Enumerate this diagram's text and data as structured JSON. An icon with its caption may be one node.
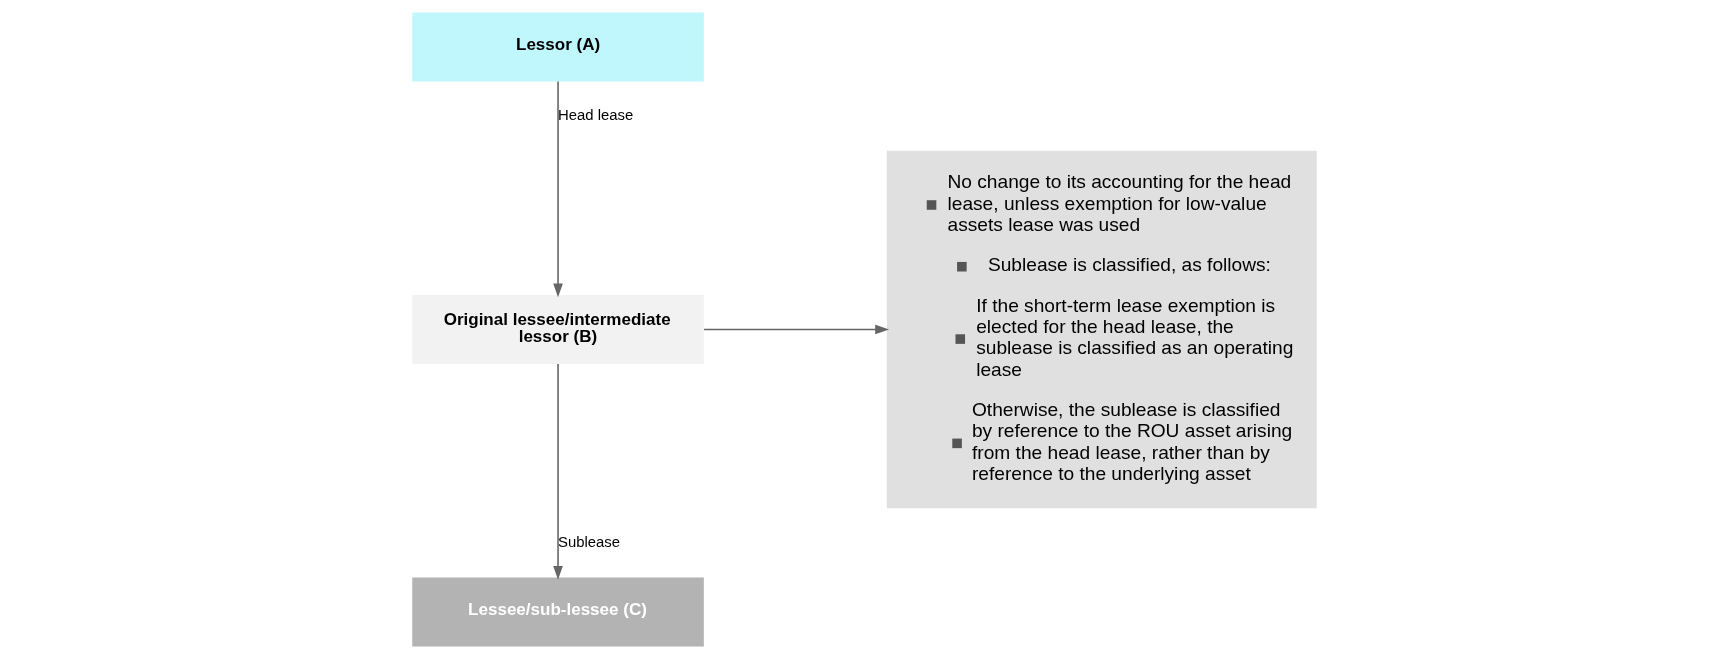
{
  "diagram": {
    "nodes": [
      {
        "text": [
          "Lessor (A)"
        ]
      },
      {
        "text": [
          "Original lessee/intermediate lessor (B)"
        ]
      },
      {
        "text": [
          "Lessee/sub-lessee (C)"
        ]
      },
      {
        "text": [
          "No change to its accounting for the head lease, unless exemption for low-value assets lease was used",
          "Sublease is classified, as follows:",
          "If the short-term lease exemption is elected for the head lease, the sublease is classified as an operating lease",
          "Otherwise, the sublease is classified by reference to the ROU asset arising from the head lease, rather than by reference to the underlying asset"
        ]
      }
    ],
    "edges": [
      {
        "from": 0,
        "to": 1,
        "arrow": "to",
        "label": "Head lease"
      },
      {
        "from": 1,
        "to": 2,
        "arrow": "to",
        "label": "Sublease"
      },
      {
        "from": 1,
        "to": 3,
        "arrow": "to"
      }
    ]
  }
}
